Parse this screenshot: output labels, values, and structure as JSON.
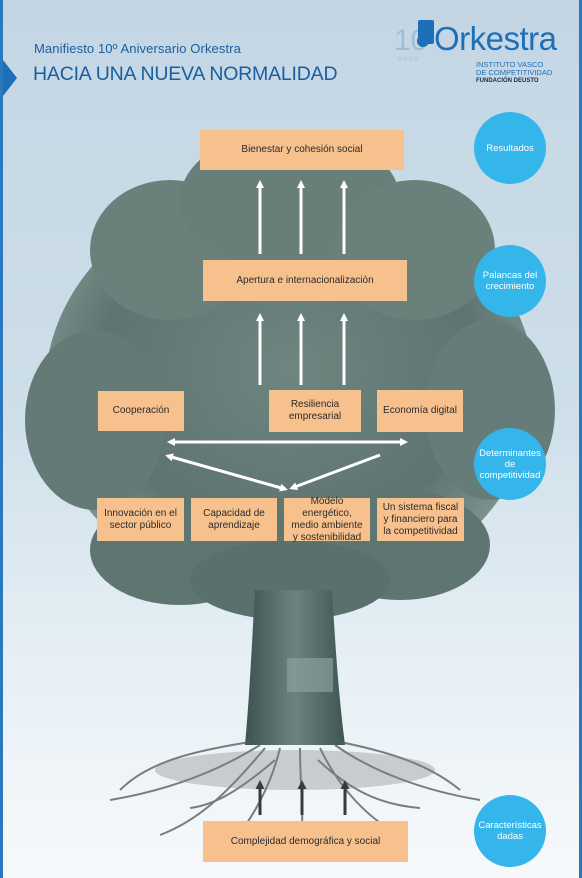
{
  "header": {
    "subtitle": "Manifiesto 10º Aniversario Orkestra",
    "title": "HACIA UNA NUEVA NORMALIDAD"
  },
  "logo": {
    "number": "10",
    "anos": "AÑOS",
    "name": "Orkestra",
    "line1": "INSTITUTO VASCO",
    "line2": "DE COMPETITIVIDAD",
    "line3": "FUNDACIÓN DEUSTO"
  },
  "boxes": {
    "bienestar": "Bienestar y cohesión social",
    "apertura": "Apertura e internacionalización",
    "cooperacion": "Cooperación",
    "resiliencia": "Resiliencia empresarial",
    "economia": "Economía digital",
    "innovacion": "Innovación en el sector público",
    "capacidad": "Capacidad de aprendizaje",
    "modelo": "Modelo energético, medio ambiente y sostenibilidad",
    "fiscal": "Un sistema fiscal y financiero para la competitividad",
    "complejidad": "Complejidad demográfica y social"
  },
  "circles": {
    "resultados": "Resultados",
    "palancas": "Palancas del crecimiento",
    "determinantes": "Determinantes de competitividad",
    "caracteristicas": "Características dadas"
  },
  "colors": {
    "box": "#f7c18e",
    "circle": "#35b6ea",
    "brand": "#1d6fb8"
  }
}
